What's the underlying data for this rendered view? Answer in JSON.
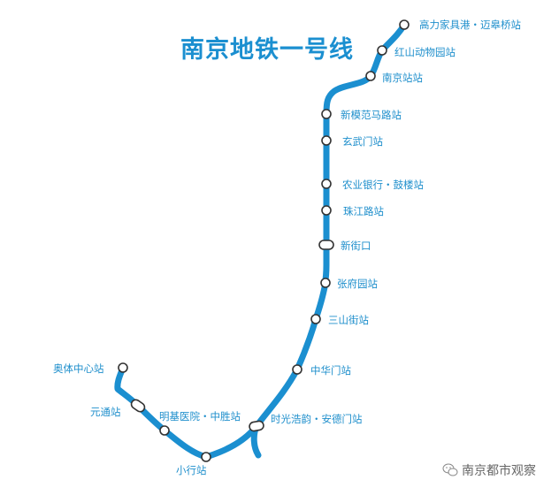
{
  "title": "南京地铁一号线",
  "line_color": "#1b8fd0",
  "stations": [
    {
      "name": "高力家具港・迈皋桥站",
      "type": "terminal"
    },
    {
      "name": "红山动物园站",
      "type": "station"
    },
    {
      "name": "南京站站",
      "type": "station"
    },
    {
      "name": "新模范马路站",
      "type": "station"
    },
    {
      "name": "玄武门站",
      "type": "station"
    },
    {
      "name": "农业银行・鼓楼站",
      "type": "station"
    },
    {
      "name": "珠江路站",
      "type": "station"
    },
    {
      "name": "新街口",
      "type": "interchange"
    },
    {
      "name": "张府园站",
      "type": "station"
    },
    {
      "name": "三山街站",
      "type": "station"
    },
    {
      "name": "中华门站",
      "type": "station"
    },
    {
      "name": "时光浩韵・安德门站",
      "type": "interchange"
    },
    {
      "name": "明基医院・中胜站",
      "type": "station"
    },
    {
      "name": "小行站",
      "type": "station"
    },
    {
      "name": "元通站",
      "type": "interchange"
    },
    {
      "name": "奥体中心站",
      "type": "terminal"
    }
  ],
  "watermark": {
    "icon": "wechat-icon",
    "text": "南京都市观察"
  }
}
